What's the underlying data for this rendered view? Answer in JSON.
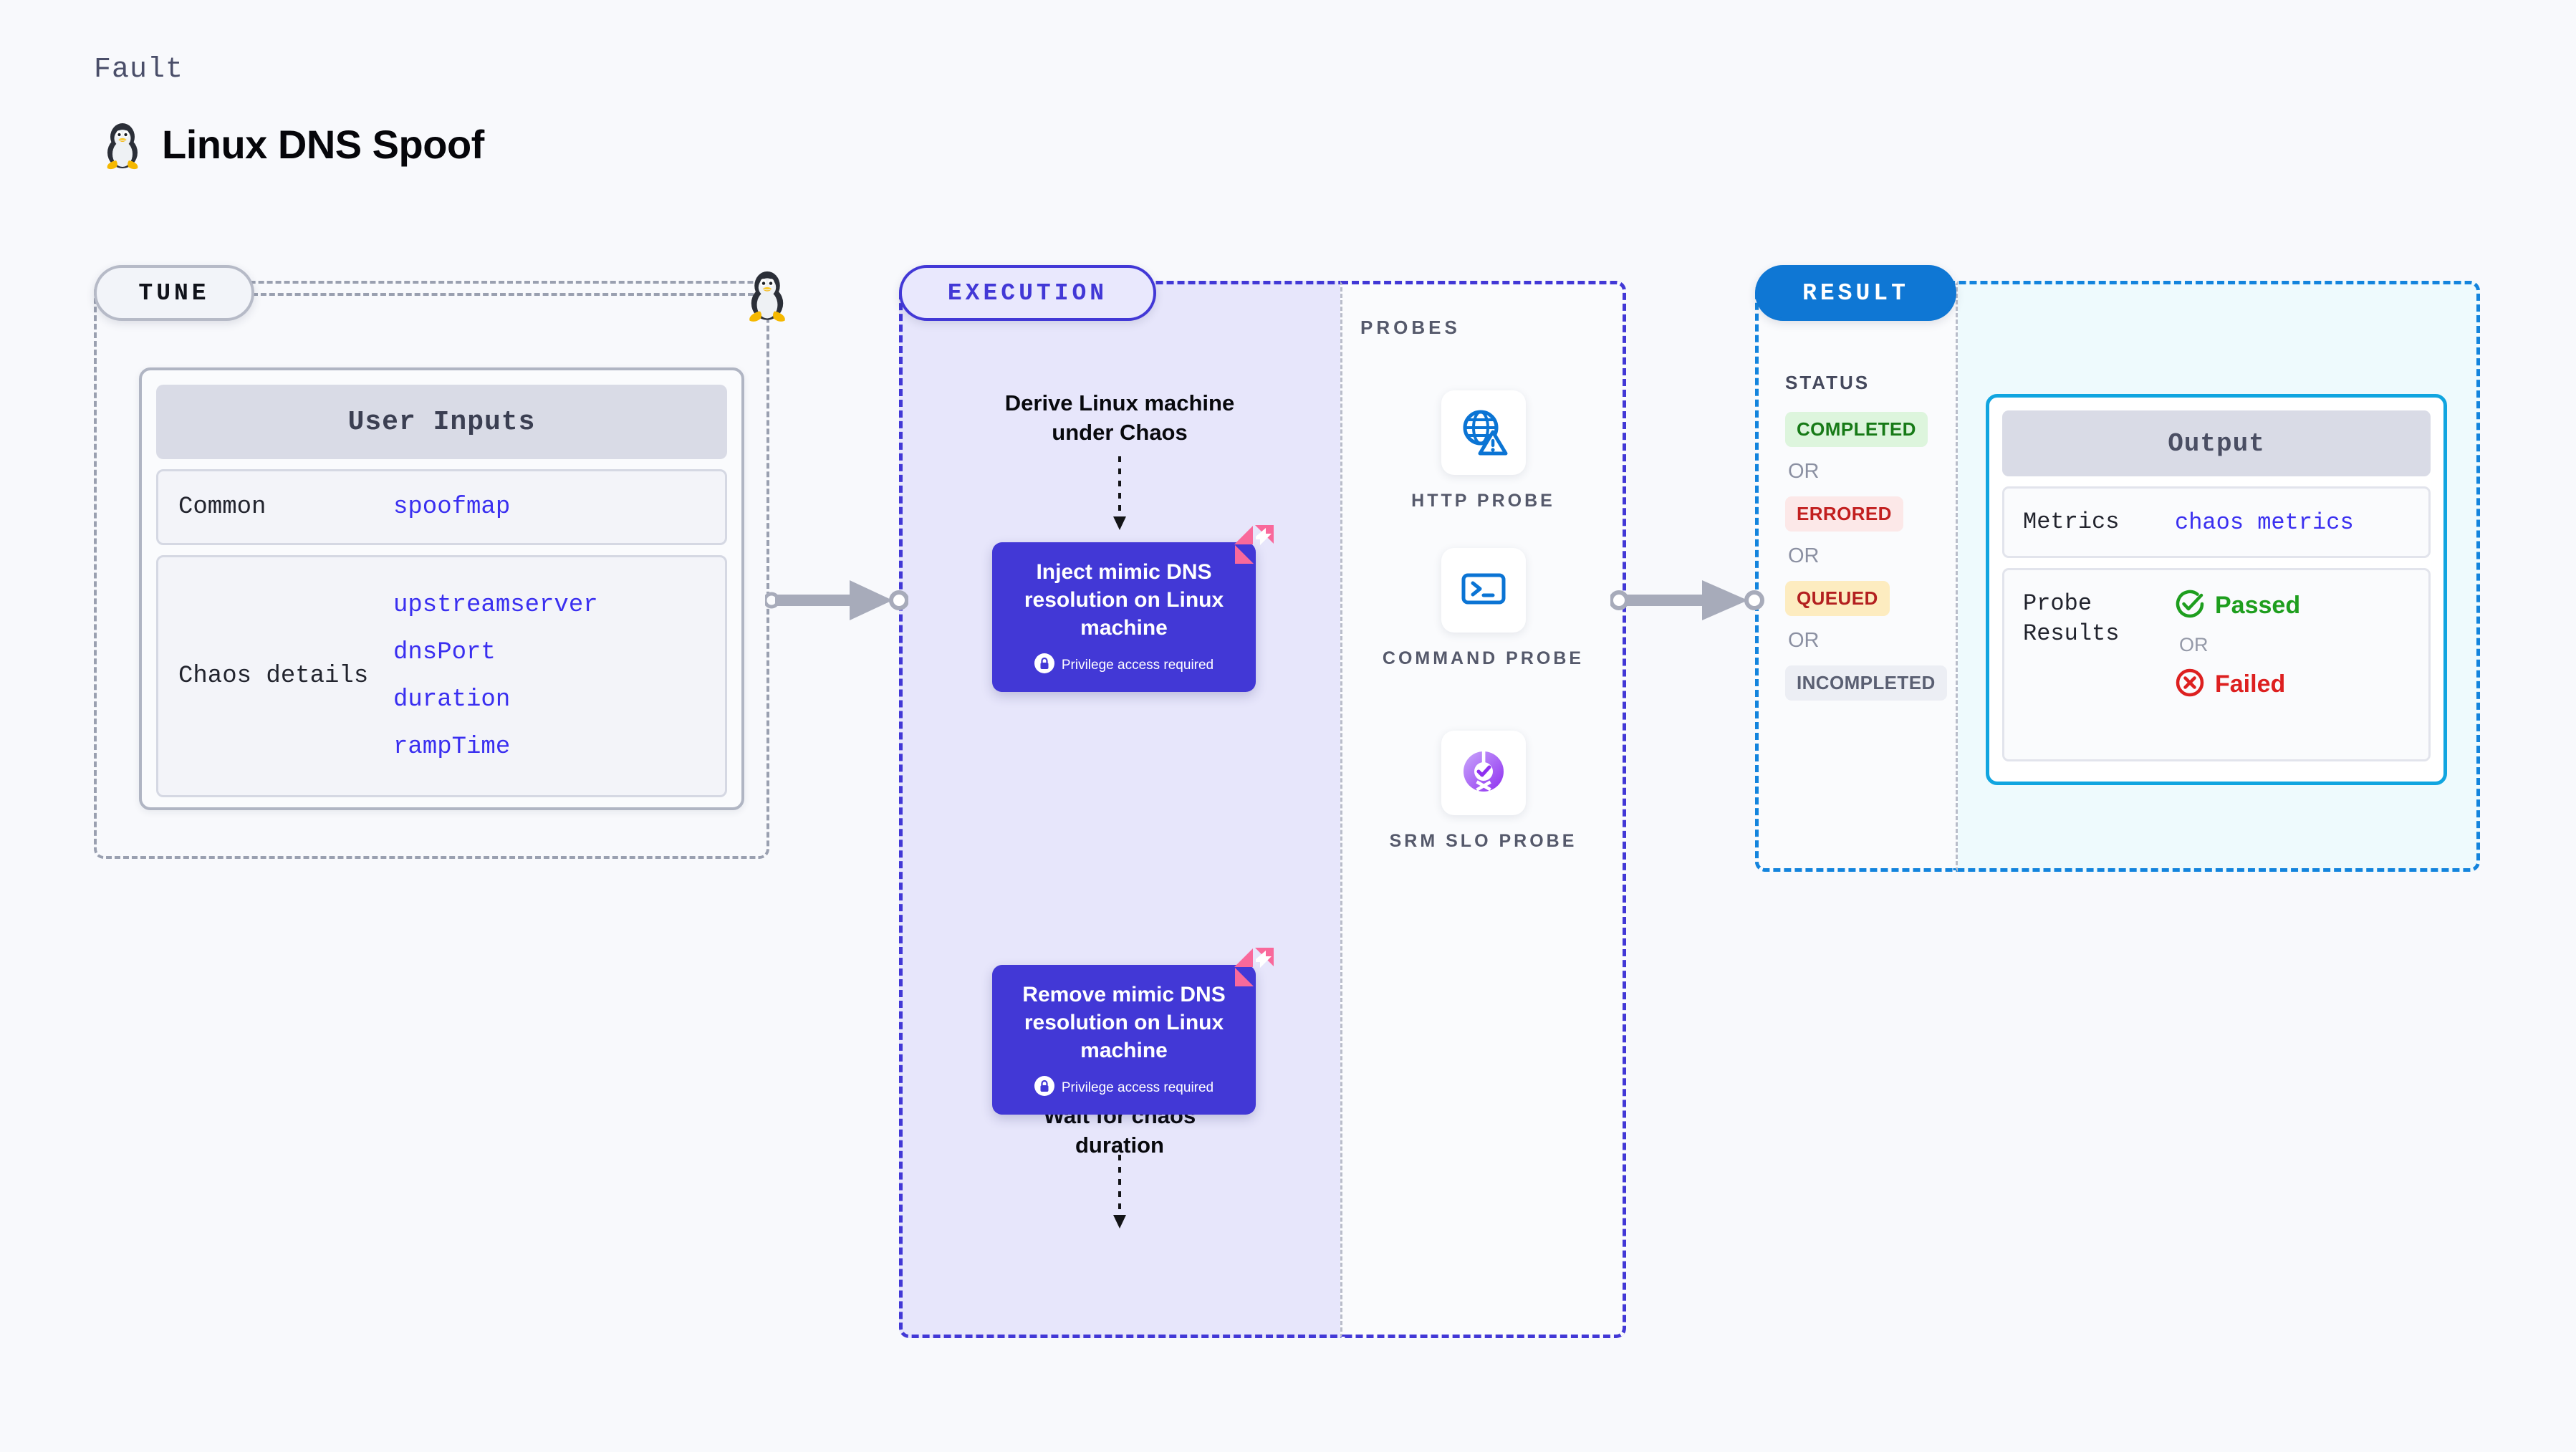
{
  "header": {
    "eyebrow": "Fault",
    "title": "Linux DNS Spoof",
    "icon": "tux-penguin-icon"
  },
  "tune": {
    "pill_label": "TUNE",
    "marker_icon": "tux-penguin-icon",
    "card": {
      "header": "User Inputs",
      "rows": [
        {
          "key": "Common",
          "values": [
            "spoofmap"
          ]
        },
        {
          "key": "Chaos details",
          "values": [
            "upstreamserver",
            "dnsPort",
            "duration",
            "rampTime"
          ]
        }
      ]
    }
  },
  "execution": {
    "pill_label": "EXECUTION",
    "derive_label": "Derive Linux machine\nunder Chaos",
    "inject_card": {
      "title": "Inject mimic DNS resolution on Linux machine",
      "privilege_note": "Privilege access required",
      "privilege_icon": "lock-icon",
      "fault_icon": "chaos-fault-icon"
    },
    "wait_step": {
      "icon": "clock-icon",
      "label": "Wait for chaos\nduration"
    },
    "remove_card": {
      "title": "Remove mimic DNS resolution on Linux machine",
      "privilege_note": "Privilege access required",
      "privilege_icon": "lock-icon",
      "fault_icon": "chaos-fault-icon"
    }
  },
  "probes": {
    "title": "PROBES",
    "items": [
      {
        "label": "HTTP PROBE",
        "icon": "globe-warning-icon"
      },
      {
        "label": "COMMAND PROBE",
        "icon": "terminal-icon"
      },
      {
        "label": "SRM SLO PROBE",
        "icon": "slo-donut-check-icon"
      }
    ]
  },
  "result": {
    "pill_label": "RESULT",
    "status_title": "STATUS",
    "or_label": "OR",
    "statuses": [
      {
        "label": "COMPLETED",
        "color": "#177a17",
        "bg": "#ddf5dd"
      },
      {
        "label": "ERRORED",
        "color": "#c21f1f",
        "bg": "#fce8e8"
      },
      {
        "label": "QUEUED",
        "color": "#b32020",
        "bg": "#fdecc0"
      },
      {
        "label": "INCOMPLETED",
        "color": "#5a5f72",
        "bg": "#eceef4"
      }
    ],
    "output": {
      "header": "Output",
      "metrics_key": "Metrics",
      "metrics_value": "chaos metrics",
      "probe_results_key": "Probe Results",
      "passed_label": "Passed",
      "failed_label": "Failed",
      "or_label": "OR",
      "passed_icon": "check-circle-icon",
      "failed_icon": "x-circle-icon"
    }
  },
  "colors": {
    "background": "#f8f9fc",
    "execution_accent": "#4238d6",
    "result_accent": "#0f77d4",
    "output_accent": "#10a5e0",
    "tune_accent": "#9aa0b0",
    "mono_value": "#3a2ff0",
    "fault_pink": "#f9699b",
    "probe_blue": "#0b74d4"
  }
}
